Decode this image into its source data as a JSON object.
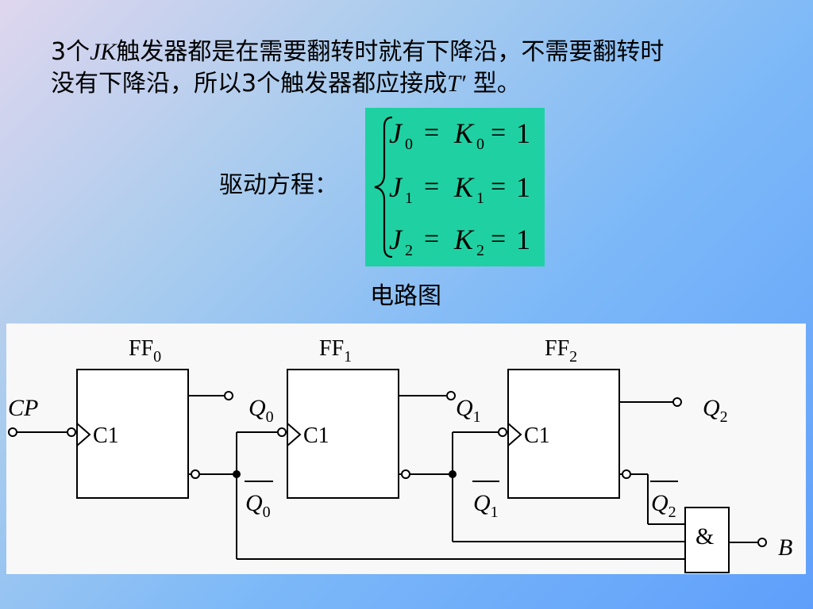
{
  "intro": {
    "line1_a": "3个",
    "line1_jk": "JK",
    "line1_b": "触发器都是在需要翻转时就有下降沿，不需要翻转时",
    "line2_a": "没有下降沿，所以3个触发器都应接成",
    "line2_t": "T′",
    "line2_b": " 型。"
  },
  "drive_label": "驱动方程：",
  "equations": [
    {
      "j": "J",
      "k": "K",
      "sub": "0",
      "value": "1"
    },
    {
      "j": "J",
      "k": "K",
      "sub": "1",
      "value": "1"
    },
    {
      "j": "J",
      "k": "K",
      "sub": "2",
      "value": "1"
    }
  ],
  "circuit_title": "电路图",
  "circuit": {
    "ff_main": "FF",
    "ff_subs": [
      "0",
      "1",
      "2"
    ],
    "clock_label": "C1",
    "cp": "CP",
    "q": "Q",
    "q_subs": [
      "0",
      "1",
      "2"
    ],
    "and_symbol": "&",
    "output": "B"
  },
  "colors": {
    "equation_bg": "#1fd1a2",
    "panel_bg": "#f8f8f8"
  }
}
